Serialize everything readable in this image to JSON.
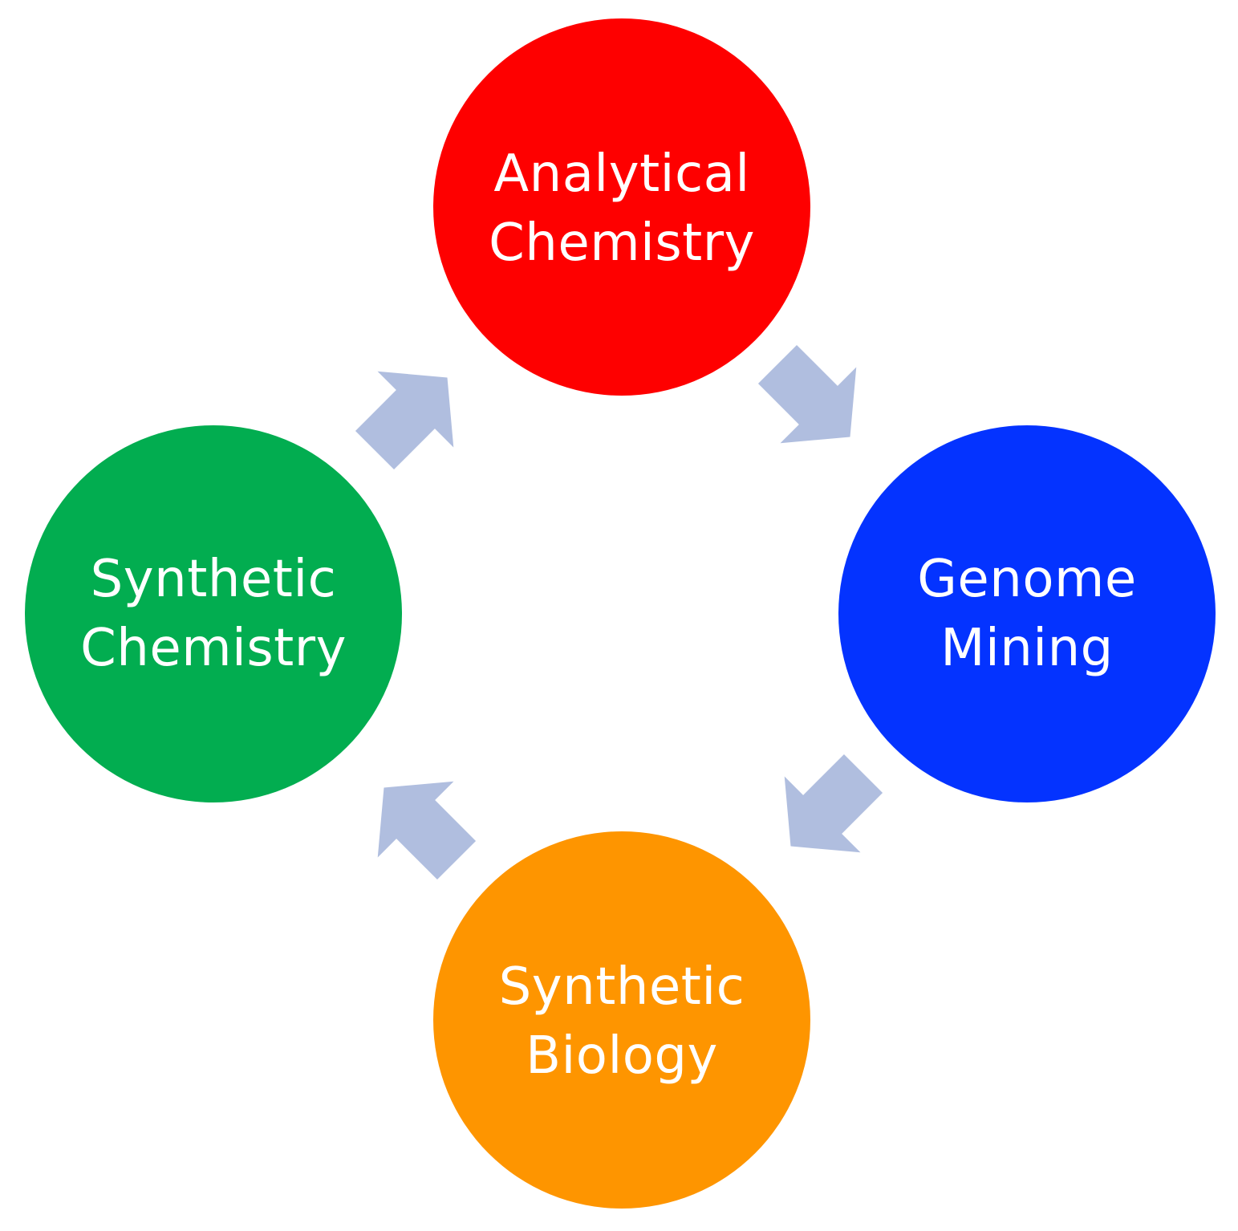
{
  "diagram": {
    "arrow_color": "#b0bedf",
    "nodes": [
      {
        "id": "analytical",
        "lines": [
          "Analytical",
          "Chemistry"
        ],
        "color": "#fe0000"
      },
      {
        "id": "genome",
        "lines": [
          "Genome",
          "Mining"
        ],
        "color": "#0433ff"
      },
      {
        "id": "synbio",
        "lines": [
          "Synthetic",
          "Biology"
        ],
        "color": "#fe9500"
      },
      {
        "id": "synchem",
        "lines": [
          "Synthetic",
          "Chemistry"
        ],
        "color": "#02ad50"
      }
    ]
  }
}
